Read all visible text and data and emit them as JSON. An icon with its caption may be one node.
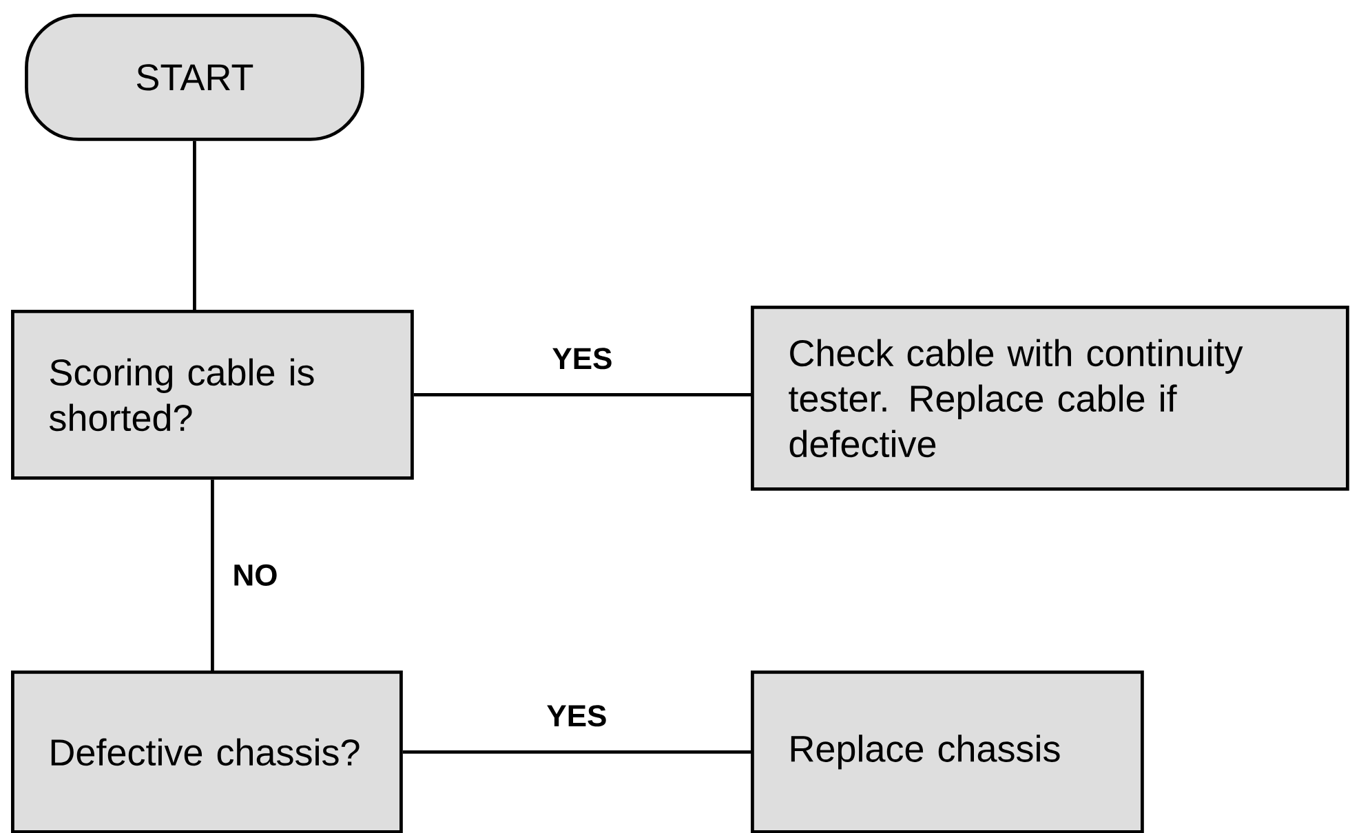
{
  "diagram": {
    "nodes": [
      {
        "text": [
          "START"
        ]
      },
      {
        "text": [
          "Scoring cable is shorted?"
        ]
      },
      {
        "text": [
          "Check cable with continuity tester. Replace cable if defective"
        ]
      },
      {
        "text": [
          "Defective chassis?"
        ]
      },
      {
        "text": [
          "Replace chassis"
        ]
      }
    ],
    "edges": [
      {
        "from": 0,
        "to": 1,
        "arrow": "none"
      },
      {
        "from": 1,
        "to": 2,
        "arrow": "none",
        "label": "YES"
      },
      {
        "from": 1,
        "to": 3,
        "arrow": "none",
        "label": "NO"
      },
      {
        "from": 3,
        "to": 4,
        "arrow": "none",
        "label": "YES"
      }
    ]
  }
}
